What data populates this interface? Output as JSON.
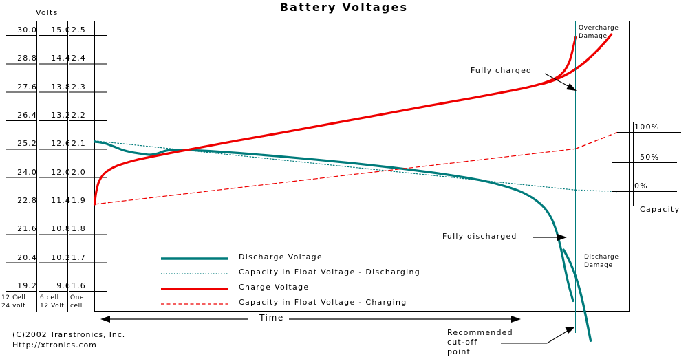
{
  "chart_data": {
    "type": "line",
    "title": "Battery Voltages",
    "xlabel": "Time",
    "ylabel": "Volts",
    "ylim_one_cell": [
      1.55,
      2.55
    ],
    "grid": true,
    "legend_position": "inside-bottom-left",
    "y_axes": [
      {
        "name": "12 Cell 24 volt",
        "ticks": [
          "30.0",
          "28.8",
          "27.6",
          "26.4",
          "25.2",
          "24.0",
          "22.8",
          "21.6",
          "20.4",
          "19.2"
        ]
      },
      {
        "name": "6 cell 12 Volt",
        "ticks": [
          "15.0",
          "14.4",
          "13.8",
          "13.2",
          "12.6",
          "12.0",
          "11.4",
          "10.8",
          "10.2",
          "9.6"
        ]
      },
      {
        "name": "One cell",
        "ticks": [
          "2.5",
          "2.4",
          "2.3",
          "2.2",
          "2.1",
          "2.0",
          "1.9",
          "1.8",
          "1.7",
          "1.6"
        ]
      }
    ],
    "column_footers": [
      {
        "line1": "12 Cell",
        "line2": "24 volt"
      },
      {
        "line1": "6 cell",
        "line2": "12 Volt"
      },
      {
        "line1": "One",
        "line2": "cell"
      }
    ],
    "right_axis": {
      "label": "Capacity",
      "ticks": [
        "100%",
        "50%",
        "0%"
      ]
    },
    "series": [
      {
        "name": "Discharge Voltage",
        "color": "#007b7b",
        "style": "solid",
        "points": [
          [
            0,
            2.125
          ],
          [
            0.02,
            2.12
          ],
          [
            0.04,
            2.108
          ],
          [
            0.06,
            2.095
          ],
          [
            0.08,
            2.087
          ],
          [
            0.1,
            2.082
          ],
          [
            0.115,
            2.079
          ],
          [
            0.13,
            2.083
          ],
          [
            0.145,
            2.092
          ],
          [
            0.16,
            2.096
          ],
          [
            0.19,
            2.096
          ],
          [
            0.24,
            2.092
          ],
          [
            0.3,
            2.085
          ],
          [
            0.38,
            2.074
          ],
          [
            0.46,
            2.062
          ],
          [
            0.54,
            2.049
          ],
          [
            0.62,
            2.034
          ],
          [
            0.7,
            2.017
          ],
          [
            0.76,
            2.002
          ],
          [
            0.81,
            1.987
          ],
          [
            0.85,
            1.97
          ],
          [
            0.885,
            1.95
          ],
          [
            0.91,
            1.928
          ],
          [
            0.928,
            1.905
          ],
          [
            0.942,
            1.878
          ],
          [
            0.952,
            1.848
          ],
          [
            0.96,
            1.812
          ],
          [
            0.966,
            1.775
          ],
          [
            0.972,
            1.73
          ],
          [
            0.978,
            1.68
          ],
          [
            0.986,
            1.62
          ],
          [
            0.995,
            1.565
          ]
        ]
      },
      {
        "name": "Capacity in Float Voltage - Discharging",
        "color": "#007b7b",
        "style": "dotted",
        "points": [
          [
            0,
            2.128
          ],
          [
            1.0,
            1.955
          ]
        ]
      },
      {
        "name": "Charge Voltage",
        "color": "#ee0000",
        "style": "solid",
        "points": [
          [
            0,
            1.905
          ],
          [
            0.003,
            1.945
          ],
          [
            0.008,
            1.98
          ],
          [
            0.014,
            2.0
          ],
          [
            0.022,
            2.016
          ],
          [
            0.032,
            2.028
          ],
          [
            0.045,
            2.039
          ],
          [
            0.062,
            2.049
          ],
          [
            0.085,
            2.06
          ],
          [
            0.115,
            2.071
          ],
          [
            0.16,
            2.086
          ],
          [
            0.22,
            2.105
          ],
          [
            0.3,
            2.13
          ],
          [
            0.4,
            2.16
          ],
          [
            0.5,
            2.191
          ],
          [
            0.6,
            2.222
          ],
          [
            0.7,
            2.253
          ],
          [
            0.78,
            2.277
          ],
          [
            0.85,
            2.299
          ],
          [
            0.9,
            2.316
          ],
          [
            0.935,
            2.332
          ],
          [
            0.958,
            2.348
          ],
          [
            0.97,
            2.362
          ],
          [
            0.98,
            2.382
          ],
          [
            0.988,
            2.41
          ],
          [
            0.993,
            2.44
          ],
          [
            0.997,
            2.47
          ],
          [
            1.0,
            2.492
          ]
        ]
      },
      {
        "name": "Capacity in Float Voltage - Charging",
        "color": "#ee0000",
        "style": "dashed",
        "points": [
          [
            0,
            1.905
          ],
          [
            1.0,
            2.1
          ]
        ]
      }
    ],
    "annotations": [
      {
        "id": "fully-charged",
        "text": "Fully charged"
      },
      {
        "id": "fully-discharged",
        "text": "Fully discharged"
      },
      {
        "id": "overcharge-damage",
        "line1": "Overcharge",
        "line2": "Damage"
      },
      {
        "id": "discharge-damage",
        "line1": "Discharge",
        "line2": "Damage"
      },
      {
        "id": "recommended-cutoff",
        "line1": "Recommended",
        "line2": "cut-off",
        "line3": "point"
      }
    ]
  },
  "legend": {
    "items": [
      {
        "label": "Discharge Voltage",
        "color": "#007b7b",
        "style": "solid"
      },
      {
        "label": "Capacity in Float Voltage - Discharging",
        "color": "#007b7b",
        "style": "dotted"
      },
      {
        "label": "Charge Voltage",
        "color": "#ee0000",
        "style": "solid"
      },
      {
        "label": "Capacity in Float Voltage - Charging",
        "color": "#ee0000",
        "style": "dashed"
      }
    ]
  },
  "credits": {
    "line1": "(C)2002 Transtronics, Inc.",
    "line2": "Http://xtronics.com"
  }
}
